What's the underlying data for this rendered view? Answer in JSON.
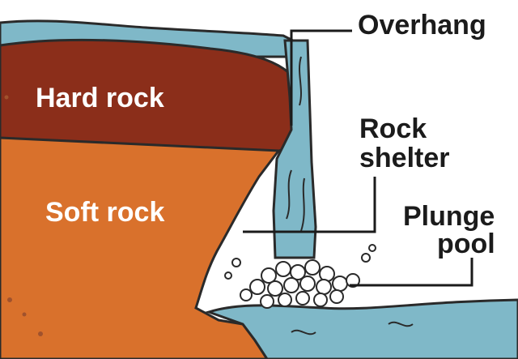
{
  "labels": {
    "hard_rock": "Hard rock",
    "soft_rock": "Soft rock",
    "overhang": "Overhang",
    "rock_shelter_line1": "Rock",
    "rock_shelter_line2": "shelter",
    "plunge_pool_line1": "Plunge",
    "plunge_pool_line2": "pool"
  },
  "colors": {
    "hard_rock": "#8b2e1a",
    "soft_rock": "#d9712c",
    "water": "#7fb8c8",
    "water_light": "#a9d4e0",
    "outline": "#2a2a2a",
    "background": "#ffffff"
  }
}
